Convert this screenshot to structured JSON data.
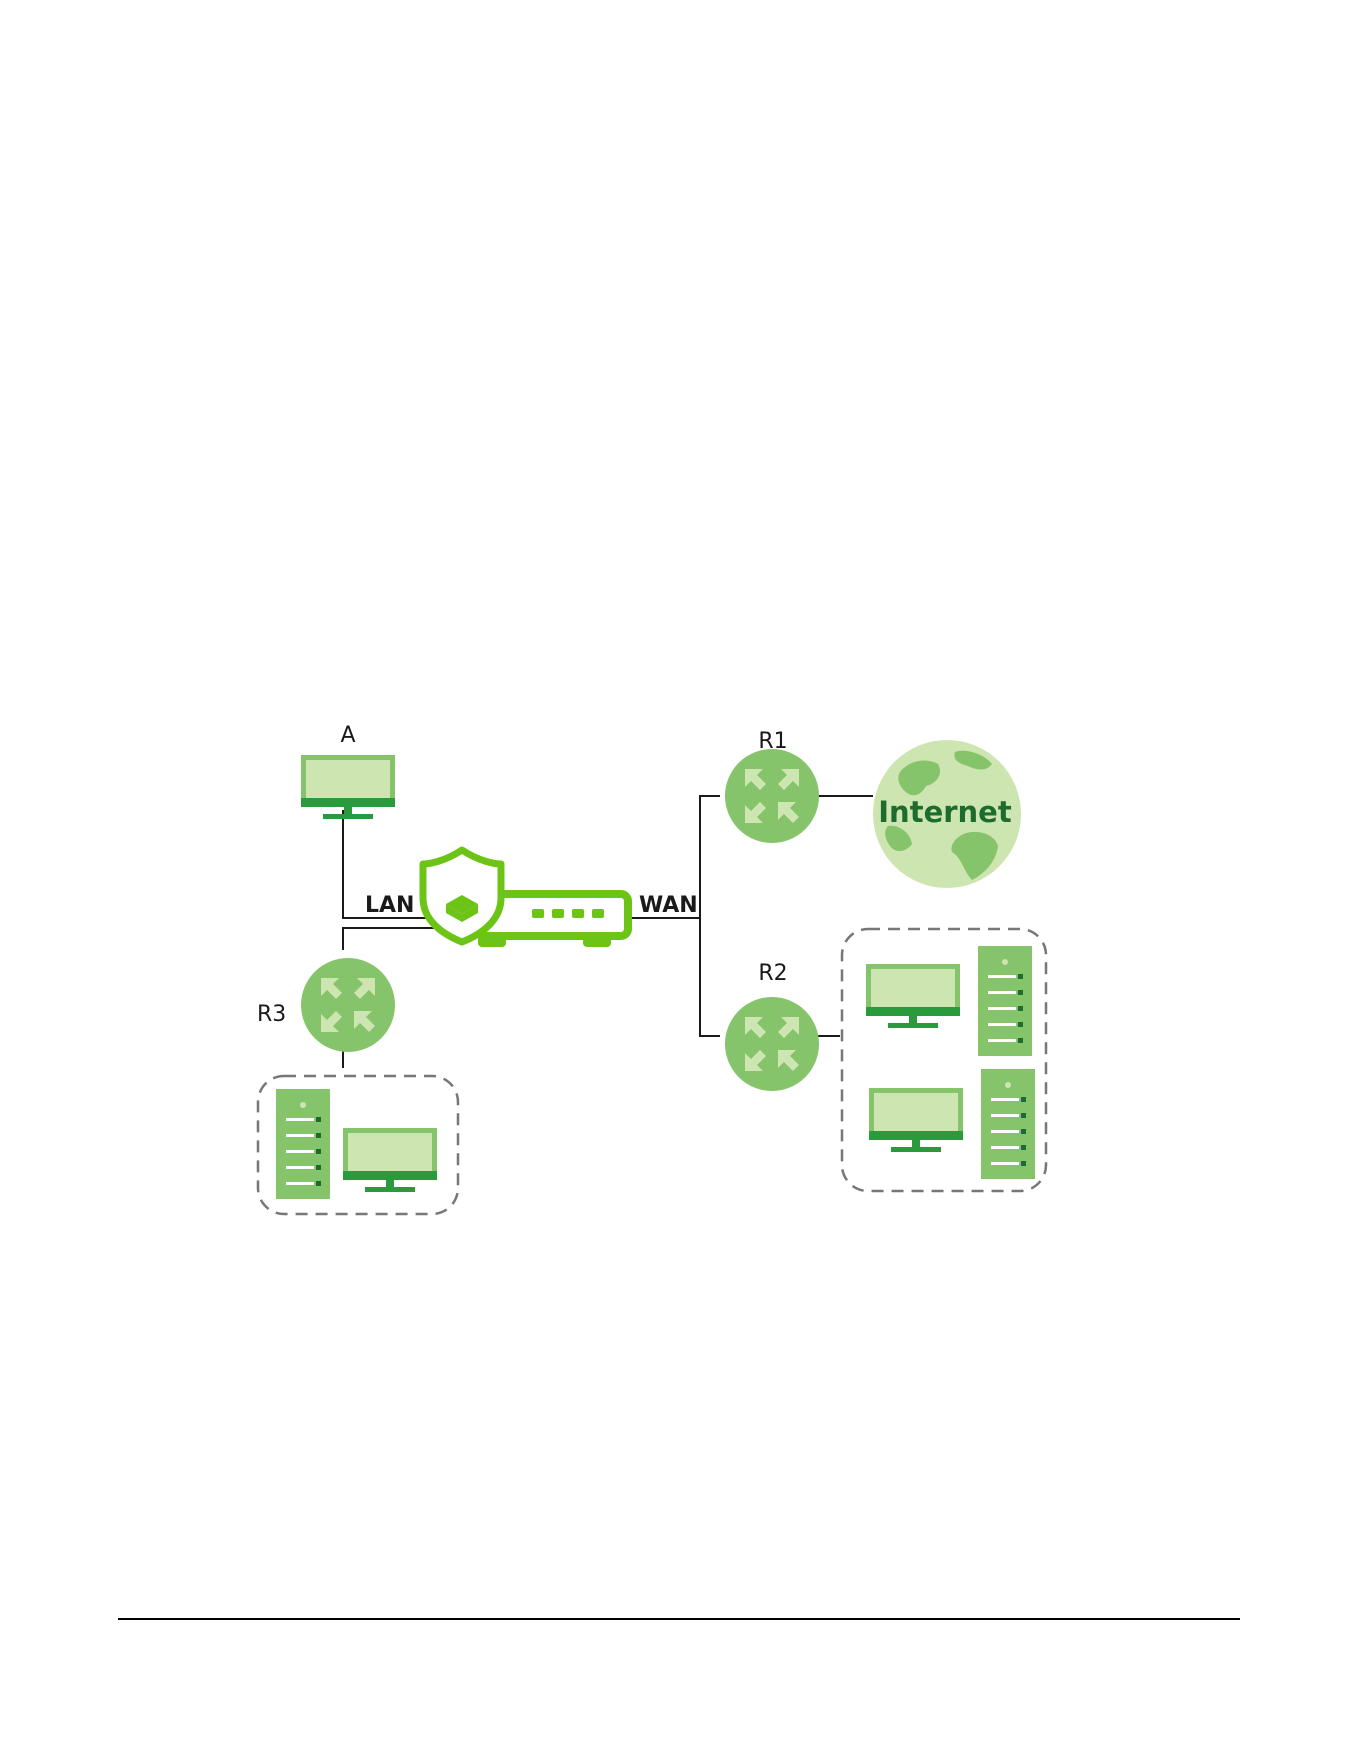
{
  "labels": {
    "host_a": "A",
    "router_r1": "R1",
    "router_r2": "R2",
    "router_r3": "R3",
    "lan": "LAN",
    "wan": "WAN",
    "internet": "Internet"
  },
  "colors": {
    "light_green": "#cde5b0",
    "mid_green": "#86c46b",
    "dark_green": "#2a9b3c",
    "bright_green": "#6cc417",
    "line": "#1a1a1a",
    "dashed_border": "#777777"
  },
  "icons": {
    "host_a": "monitor-icon",
    "firewall": "shield-firewall-icon",
    "routers": "router-icon",
    "internet": "globe-icon",
    "servers": "server-icon"
  }
}
